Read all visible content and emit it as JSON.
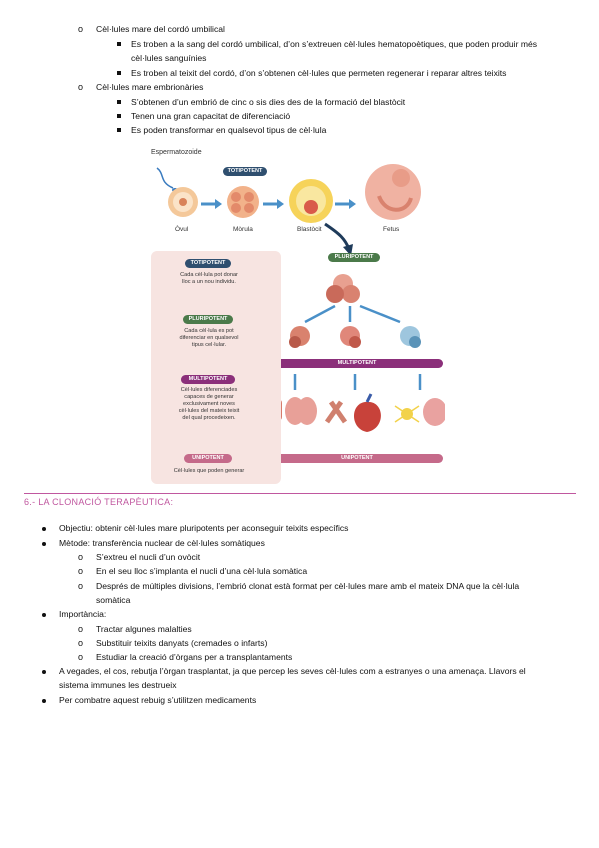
{
  "top_list": [
    {
      "text": "Cèl·lules mare del cordó umbilical"
    },
    {
      "text": "Es troben a la sang del cordó umbilical, d’on s’extreuen cèl·lules hematopoètiques, que poden produir més"
    },
    {
      "text": "cèl·lules sanguínies"
    },
    {
      "text": "Es troben al teixit del cordó, d’on s’obtenen cèl·lules que permeten regenerar i reparar altres teixits"
    },
    {
      "text": "Cèl·lules mare embrionàries"
    },
    {
      "text": "S’obtenen d’un embrió de cinc o sis dies des de la formació del blastòcit"
    },
    {
      "text": "Tenen una gran capacitat de diferenciació"
    },
    {
      "text": "Es poden transformar en qualsevol tipus de cèl·lula"
    }
  ],
  "figure": {
    "espermatozoide": "Espermatozoide",
    "totipotent_pill": "TOTIPOTENT",
    "ovul": "Òvul",
    "morula": "Mòrula",
    "blastocit": "Blastòcit",
    "fetus": "Fetus",
    "pluripotent_pill": "PLURIPOTENT",
    "multipotent_band": "MULTIPOTENT",
    "unipotent_band": "UNIPOTENT",
    "panel": {
      "totipotent": "TOTIPOTENT",
      "totipotent_desc": [
        "Cada cèl·lula pot donar",
        "lloc a un nou individu."
      ],
      "pluripotent": "PLURIPOTENT",
      "pluripotent_desc": [
        "Cada cèl·lula es pot",
        "diferenciar en qualsevol",
        "tipus cel·lular."
      ],
      "multipotent": "MULTIPOTENT",
      "multipotent_desc": [
        "Cèl·lules diferenciades",
        "capaces de generar",
        "exclusivament noves",
        "cèl·lules del mateix teixit",
        "del qual procedeixen."
      ],
      "unipotent": "UNIPOTENT",
      "unipotent_desc": [
        "Cèl·lules que poden generar"
      ]
    },
    "colors": {
      "totipotent": "#2f4f6f",
      "pluripotent": "#4b7a4a",
      "multipotent": "#8b2f7a",
      "unipotent": "#c56a8a",
      "panel_bg": "#f7e4e1"
    }
  },
  "section_heading": "6.- LA CLONACIÓ TERAPÈUTICA:",
  "bottom_list": [
    {
      "text": "Objectiu: obtenir cèl·lules mare pluripotents per aconseguir teixits específics"
    },
    {
      "text": "Mètode: transferència nuclear de cèl·lules somàtiques"
    },
    {
      "text": "S’extreu el nucli d’un ovòcit"
    },
    {
      "text": "En el seu lloc s’implanta el nucli d’una cèl·lula somàtica"
    },
    {
      "text": "Després de múltiples divisions, l’embrió clonat està format per cèl·lules mare amb el mateix DNA que la cèl·lula"
    },
    {
      "text": "somàtica"
    },
    {
      "text": "Importància:"
    },
    {
      "text": "Tractar algunes malalties"
    },
    {
      "text": "Substituir teixits danyats (cremades o infarts)"
    },
    {
      "text": "Estudiar la creació d’òrgans per a transplantaments"
    },
    {
      "text": "A vegades, el cos, rebutja l’òrgan trasplantat, ja que percep les seves cèl·lules com a estranyes o una amenaça. Llavors el"
    },
    {
      "text": "sistema immunes les destrueix"
    },
    {
      "text": "Per combatre aquest rebuig s’utilitzen medicaments"
    }
  ]
}
